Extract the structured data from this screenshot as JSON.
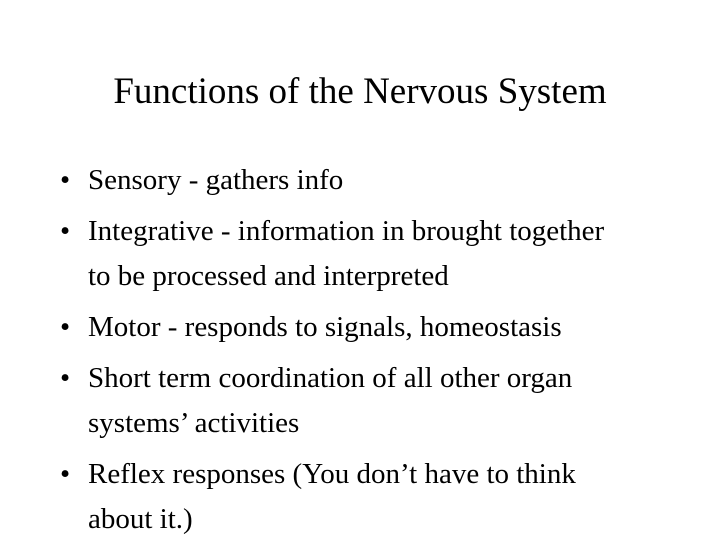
{
  "slide": {
    "title": "Functions of the Nervous System",
    "background_color": "#ffffff",
    "text_color": "#000000",
    "bullet_glyph": "•",
    "bullets": [
      {
        "lines": [
          "Sensory - gathers info"
        ]
      },
      {
        "lines": [
          "Integrative - information in brought together",
          "to be processed and interpreted"
        ]
      },
      {
        "lines": [
          "Motor - responds to signals, homeostasis"
        ]
      },
      {
        "lines": [
          "Short term coordination of all other organ",
          "systems’ activities"
        ]
      },
      {
        "lines": [
          "Reflex responses (You don’t have to think",
          "about it.)"
        ]
      }
    ]
  }
}
